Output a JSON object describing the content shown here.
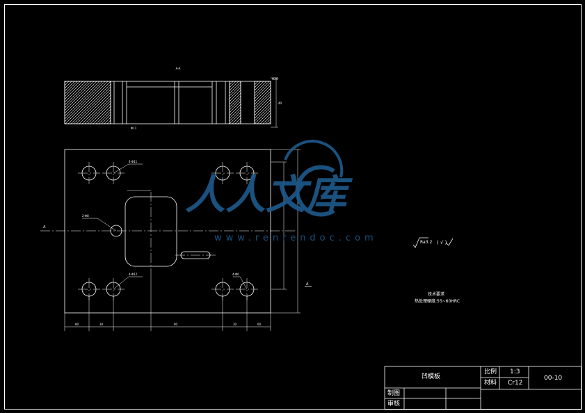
{
  "drawing": {
    "section_label": "A-A",
    "view_marker": "A",
    "notes": {
      "roughness_value": "Ra3.2",
      "roughness_rest": "( √ )",
      "line1": "技术要求",
      "line2": "热处理硬度:55~60HRC"
    },
    "hole_callouts": [
      "4-Φ11",
      "2-Φ8",
      "4-Φ12",
      "4-Φ6",
      "Φ11"
    ],
    "dimensions": {
      "bottom": [
        "80",
        "30",
        "90",
        "30",
        "60"
      ],
      "top_right": "Φ24",
      "right": "40"
    }
  },
  "watermark": {
    "brand": "人人文库",
    "url": "www.renrendoc.com"
  },
  "title_block": {
    "part_name": "凹模板",
    "scale_label": "比例",
    "scale_value": "1:3",
    "material_label": "材料",
    "material_value": "Cr12",
    "drawing_no": "00-10",
    "drawn_label": "制图",
    "checked_label": "审核"
  },
  "colors": {
    "background": "#000000",
    "lines": "#ffffff",
    "watermark": "#1e5a8c"
  }
}
